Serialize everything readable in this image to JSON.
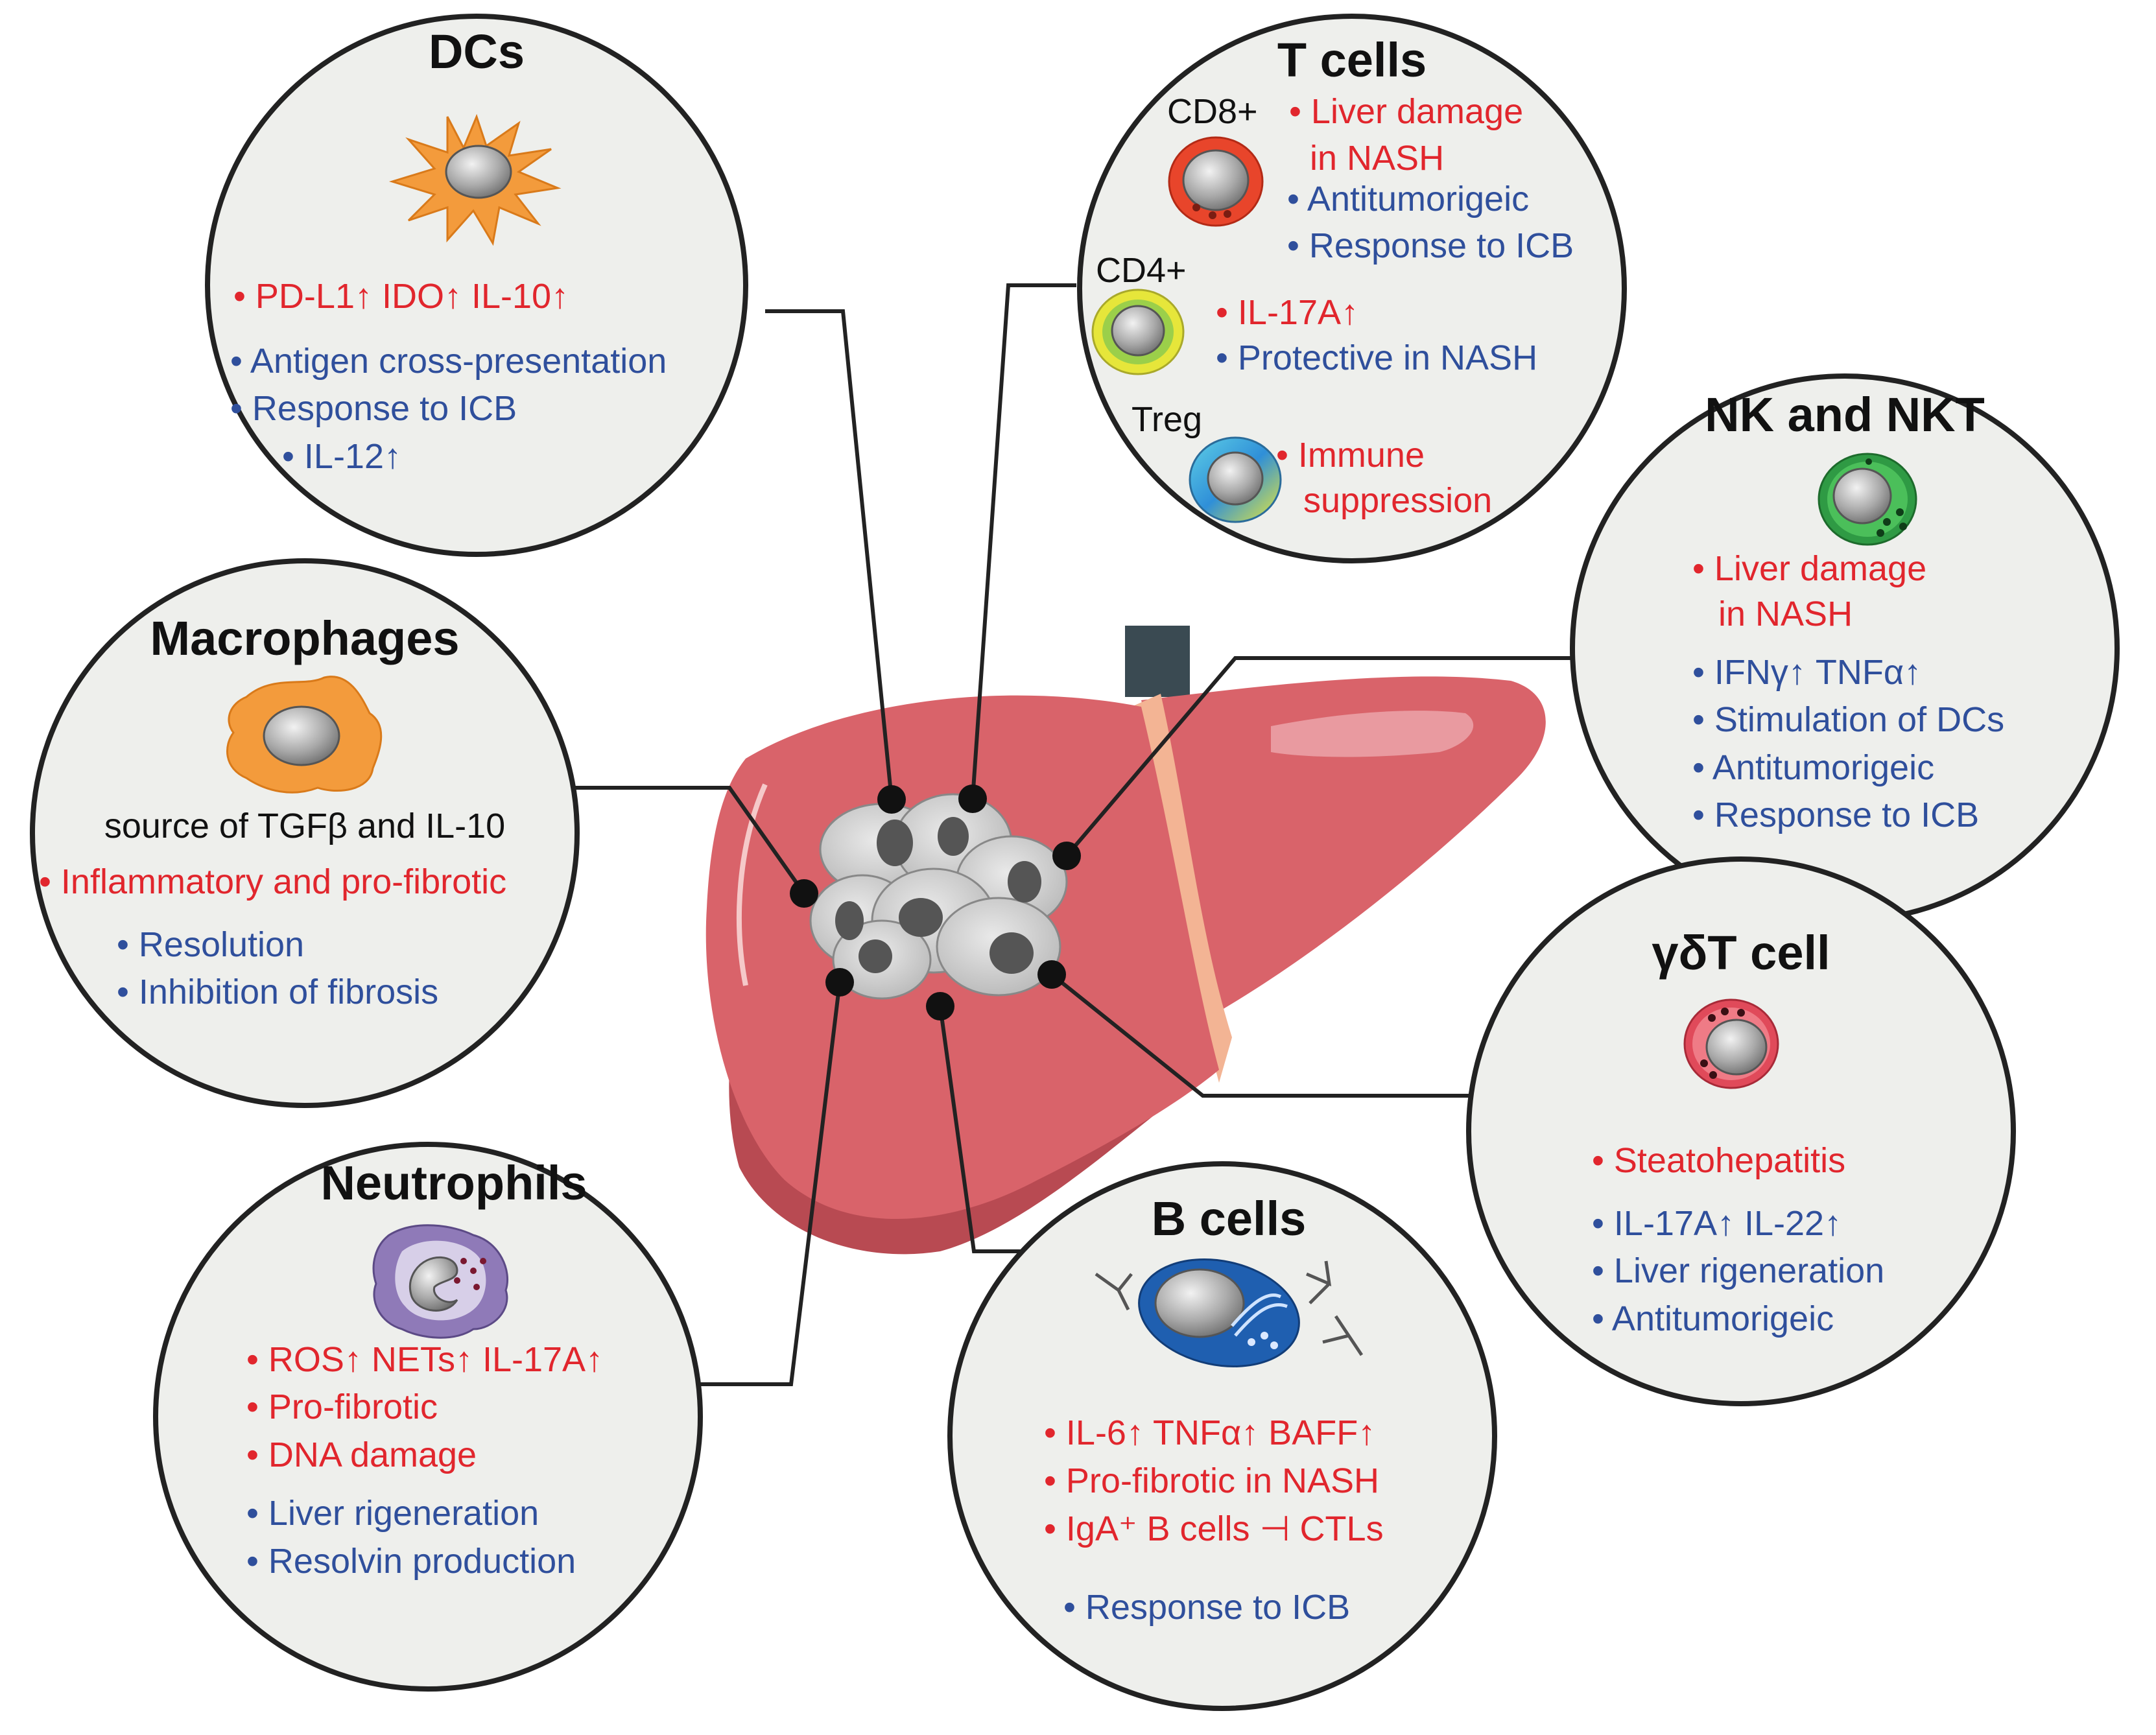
{
  "dcs": {
    "title": "DCs",
    "red_lines": [
      "• PD-L1↑  IDO↑  IL-10↑"
    ],
    "blue_lines": [
      "• Antigen cross-presentation",
      "• Response to ICB",
      "• IL-12↑"
    ]
  },
  "tcells": {
    "title": "T cells",
    "cd8_label": "CD8+",
    "cd8_red": [
      "• Liver damage",
      "in NASH"
    ],
    "cd8_blue": [
      "• Antitumorigeic",
      "• Response to ICB"
    ],
    "cd4_label": "CD4+",
    "cd4_red": [
      "• IL-17A↑"
    ],
    "cd4_blue": [
      "• Protective in NASH"
    ],
    "treg_label": "Treg",
    "treg_red": [
      "• Immune",
      "suppression"
    ]
  },
  "nk": {
    "title": "NK and NKT",
    "red_lines": [
      "• Liver damage",
      "in NASH"
    ],
    "blue_lines": [
      "• IFNγ↑  TNFα↑",
      "• Stimulation of DCs",
      "• Antitumorigeic",
      "• Response to ICB"
    ]
  },
  "macrophages": {
    "title": "Macrophages",
    "black_line": "source of TGFβ and IL-10",
    "red_lines": [
      "• Inflammatory and pro-fibrotic"
    ],
    "blue_lines": [
      "• Resolution",
      "• Inhibition of fibrosis"
    ]
  },
  "gdt": {
    "title": "γδT cell",
    "red_lines": [
      "• Steatohepatitis"
    ],
    "blue_lines": [
      "• IL-17A↑   IL-22↑",
      "• Liver rigeneration",
      "• Antitumorigeic"
    ]
  },
  "neutrophils": {
    "title": "Neutrophils",
    "red_lines": [
      "• ROS↑  NETs↑  IL-17A↑",
      "• Pro-fibrotic",
      "• DNA damage"
    ],
    "blue_lines": [
      "• Liver rigeneration",
      "• Resolvin production"
    ]
  },
  "bcells": {
    "title": "B cells",
    "red_lines": [
      "• IL-6↑  TNFα↑  BAFF↑",
      "• Pro-fibrotic in NASH",
      "• IgA⁺ B cells ⊣ CTLs"
    ],
    "blue_lines": [
      "• Response to ICB"
    ]
  },
  "colors": {
    "red_text": "#e1262d",
    "blue_text": "#2f4f9c",
    "liver": "#d9636a",
    "circle_fill": "#eeefec"
  }
}
